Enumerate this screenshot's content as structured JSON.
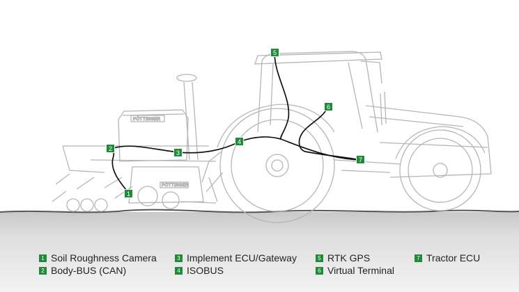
{
  "brand": {
    "hopper_label": "PÖTTINGER",
    "drill_label": "PÖTTINGER"
  },
  "markers": [
    {
      "num": "1"
    },
    {
      "num": "2"
    },
    {
      "num": "3"
    },
    {
      "num": "4"
    },
    {
      "num": "5"
    },
    {
      "num": "6"
    },
    {
      "num": "7"
    }
  ],
  "legend": [
    {
      "num": "1",
      "label": "Soil Roughness Camera"
    },
    {
      "num": "2",
      "label": "Body-BUS (CAN)"
    },
    {
      "num": "3",
      "label": "Implement ECU/Gateway"
    },
    {
      "num": "4",
      "label": "ISOBUS"
    },
    {
      "num": "5",
      "label": "RTK GPS"
    },
    {
      "num": "6",
      "label": "Virtual Terminal"
    },
    {
      "num": "7",
      "label": "Tractor ECU"
    }
  ],
  "colors": {
    "marker": "#1f8a3a",
    "cable": "#111111",
    "sketch": "#b5b5b5"
  }
}
